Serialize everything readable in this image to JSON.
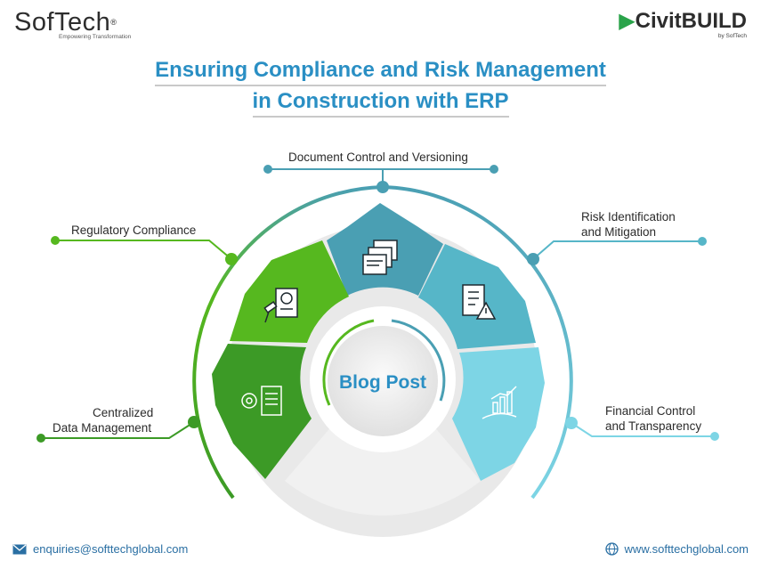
{
  "header": {
    "left_logo": {
      "name": "SofTech",
      "registered": "®",
      "tagline": "Empowering Transformation"
    },
    "right_logo": {
      "name": "CivitBUILD",
      "byline": "by SofTech"
    }
  },
  "title": {
    "line1": "Ensuring Compliance and Risk Management",
    "line2": "in Construction with ERP"
  },
  "diagram": {
    "center": "Blog Post",
    "items": [
      {
        "label": "Document Control and Versioning",
        "icon": "documents-icon",
        "color": "#4a9fb3"
      },
      {
        "label": "Regulatory Compliance",
        "icon": "compliance-gavel-icon",
        "color": "#56b81f"
      },
      {
        "label": "Risk Identification",
        "label2": "and Mitigation",
        "icon": "risk-checklist-icon",
        "color": "#56b6c8"
      },
      {
        "label": "Centralized",
        "label2": "Data Management",
        "icon": "data-gear-icon",
        "color": "#3c9a26"
      },
      {
        "label": "Financial Control",
        "label2": "and Transparency",
        "icon": "financial-growth-icon",
        "color": "#7dd5e5"
      }
    ]
  },
  "footer": {
    "email": "enquiries@softtechglobal.com",
    "website": "www.softtechglobal.com"
  },
  "colors": {
    "title": "#2a8fc4",
    "green": "#56b81f",
    "teal": "#4a9fb3",
    "light_teal": "#7dd5e5",
    "footer_text": "#2a6fa3"
  }
}
